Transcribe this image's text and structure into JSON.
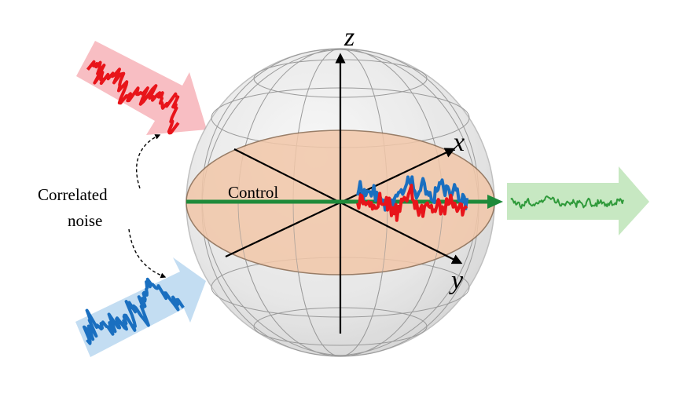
{
  "labels": {
    "axis_z": "z",
    "axis_x": "x",
    "axis_y": "y",
    "control": "Control",
    "correlated_line1": "Correlated",
    "correlated_line2": "noise"
  },
  "colors": {
    "noise_red": "#e8141a",
    "noise_blue": "#1a6fc0",
    "output_green": "#2f9a3a",
    "control_green": "#1f8a3a",
    "arrow_red_fill": "#f7b7bd",
    "arrow_blue_fill": "#bcd9f1",
    "arrow_green_fill": "#c7e8c2",
    "equator_fill": "#f2c7a9",
    "sphere_fill": "#e6e6e6"
  },
  "icons": {
    "sphere": "bloch-sphere-icon",
    "noise": "noise-trace-icon"
  }
}
